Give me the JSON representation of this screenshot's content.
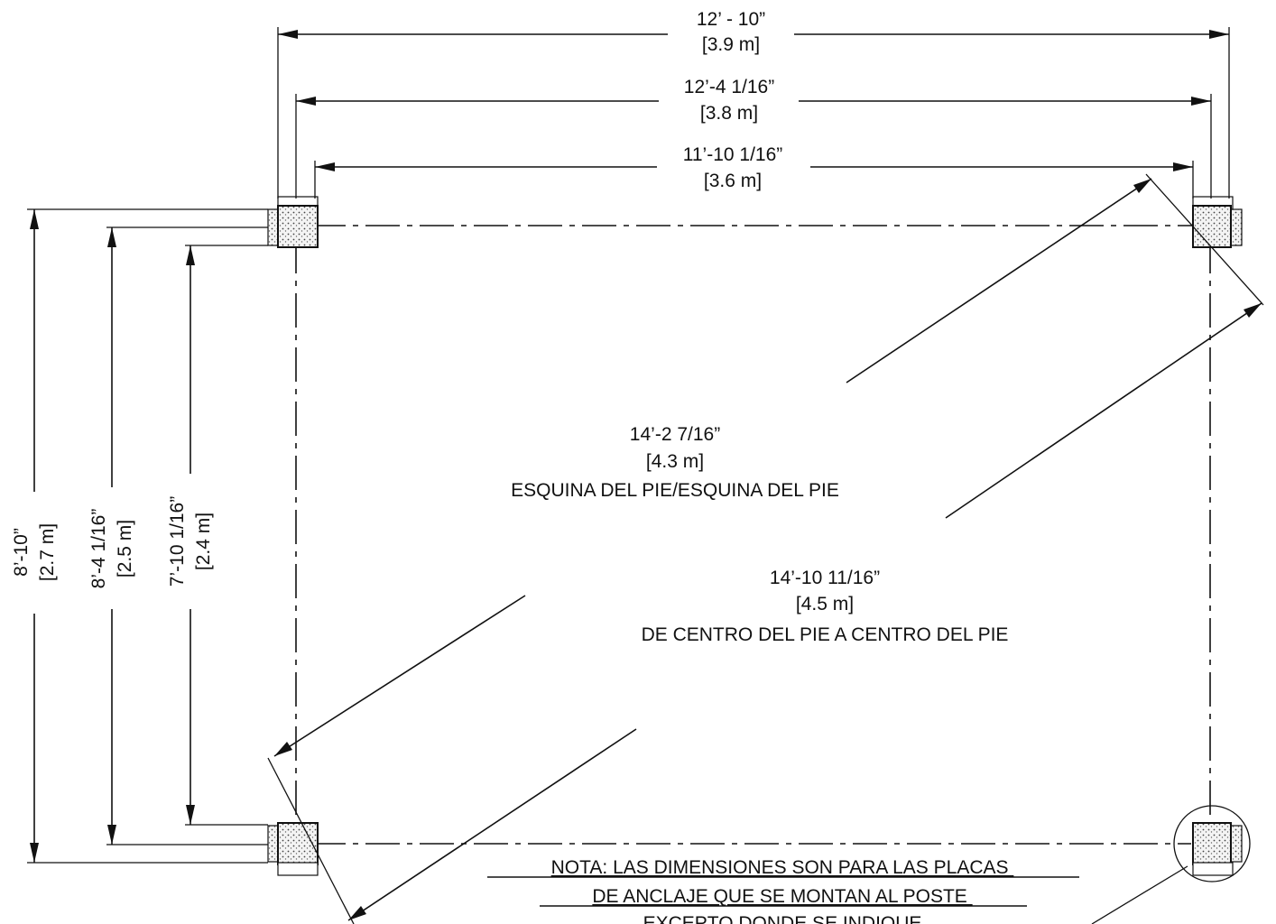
{
  "dimensions": {
    "top_outer": {
      "imperial": "12’ - 10”",
      "metric": "[3.9 m]"
    },
    "top_middle": {
      "imperial": "12’-4 1/16”",
      "metric": "[3.8 m]"
    },
    "top_inner": {
      "imperial": "11’-10 1/16”",
      "metric": "[3.6 m]"
    },
    "left_outer": {
      "imperial": "8’-10”",
      "metric": "[2.7 m]"
    },
    "left_middle": {
      "imperial": "8’-4 1/16”",
      "metric": "[2.5 m]"
    },
    "left_inner": {
      "imperial": "7’-10 1/16”",
      "metric": "[2.4 m]"
    },
    "diagonal_corner": {
      "imperial": "14’-2 7/16”",
      "metric": "[4.3 m]",
      "label": "ESQUINA DEL PIE/ESQUINA DEL PIE"
    },
    "diagonal_center": {
      "imperial": "14’-10 11/16”",
      "metric": "[4.5 m]",
      "label": "DE CENTRO DEL PIE A CENTRO DEL PIE"
    }
  },
  "note": {
    "line1": "NOTA: LAS DIMENSIONES SON PARA LAS PLACAS ",
    "line2": "DE ANCLAJE QUE SE MONTAN AL POSTE ",
    "line3": "EXCEPTO DONDE SE INDIQUE"
  }
}
